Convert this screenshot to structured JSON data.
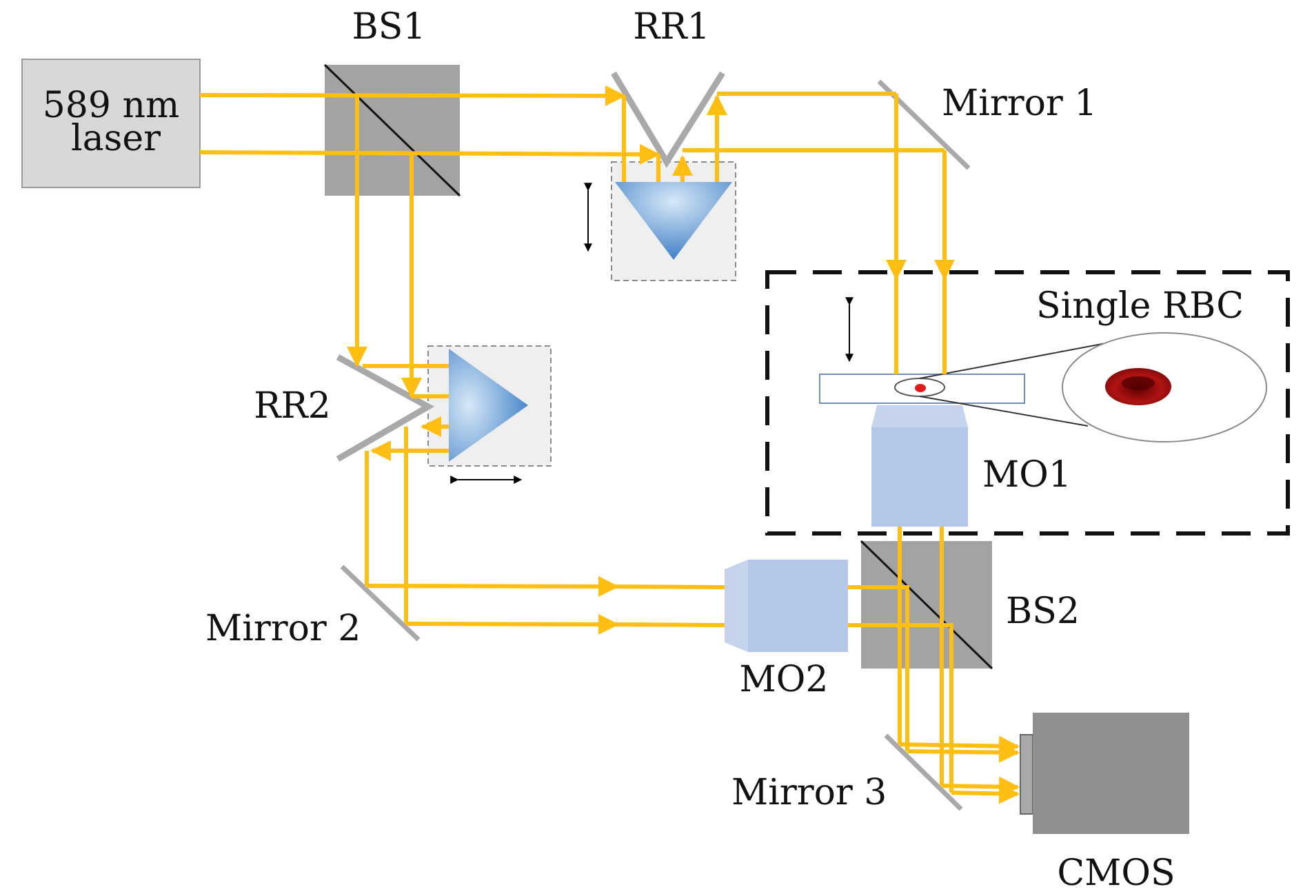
{
  "labels": {
    "laser_line1": "589 nm",
    "laser_line2": "laser",
    "bs1": "BS1",
    "bs2": "BS2",
    "rr1": "RR1",
    "rr2": "RR2",
    "mirror1": "Mirror 1",
    "mirror2": "Mirror 2",
    "mirror3": "Mirror 3",
    "single_rbc": "Single RBC",
    "mo1": "MO1",
    "mo2": "MO2",
    "cmos": "CMOS"
  },
  "colors": {
    "beam": "#FFBE12",
    "splitter": "#A3A3A3",
    "laser_box": "#D8D8D8",
    "mirror": "#A9A9A9",
    "objective": "#B5C7E8",
    "camera": "#8F8F8F",
    "stage": "#EFEFEF",
    "prism_light": "#CFE3F6",
    "prism_dark": "#3E7FC4",
    "rbc": "#B01313",
    "sample_dot": "#E31B1B"
  }
}
